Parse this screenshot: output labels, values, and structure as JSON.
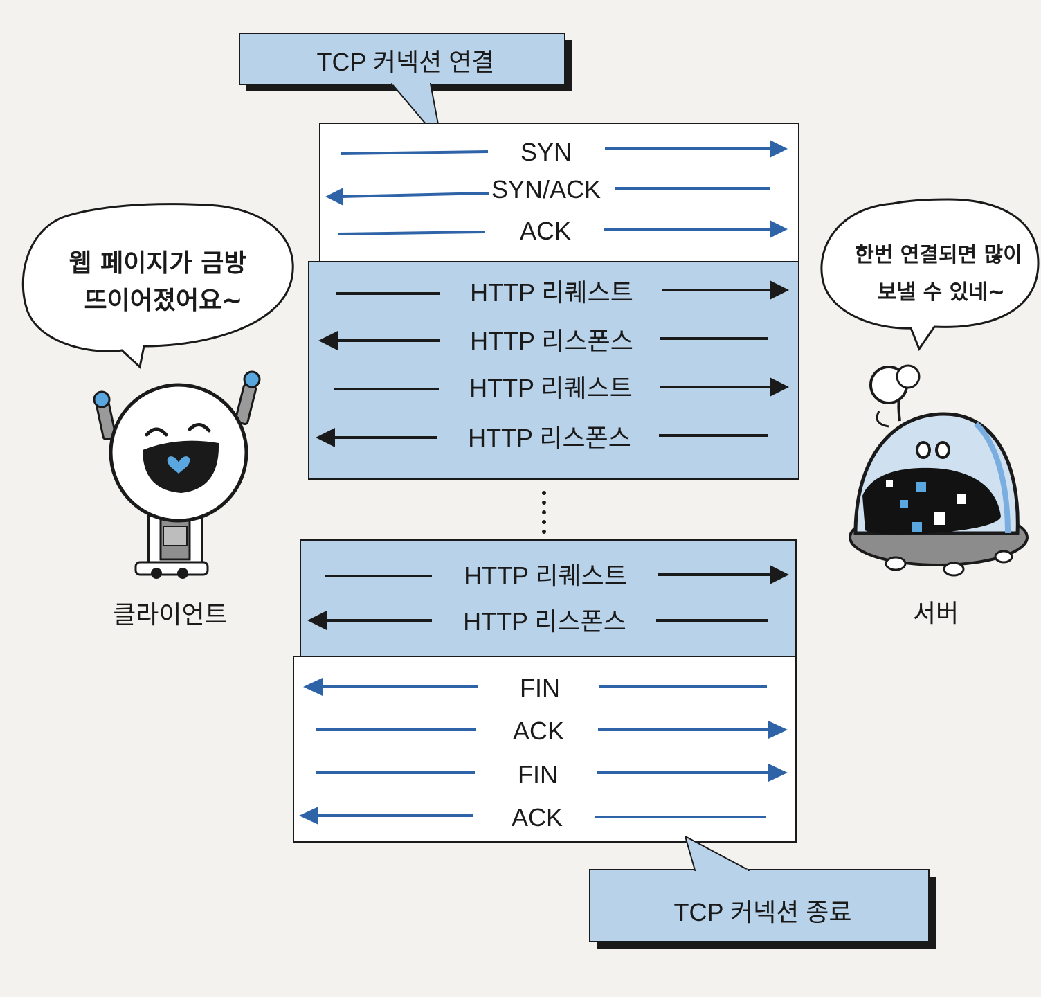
{
  "callouts": {
    "open": "TCP 커넥션 연결",
    "close": "TCP 커넥션 종료"
  },
  "client": {
    "label": "클라이언트",
    "speech": [
      "웹 페이지가 금방",
      "뜨이어졌어요~"
    ]
  },
  "server": {
    "label": "서버",
    "speech": [
      "한번 연결되면 많이",
      "보낼 수 있네~"
    ]
  },
  "handshake": [
    {
      "label": "SYN",
      "direction": "right"
    },
    {
      "label": "SYN/ACK",
      "direction": "left"
    },
    {
      "label": "ACK",
      "direction": "right"
    }
  ],
  "http_block_1": [
    {
      "label": "HTTP 리퀘스트",
      "direction": "right"
    },
    {
      "label": "HTTP 리스폰스",
      "direction": "left"
    },
    {
      "label": "HTTP 리퀘스트",
      "direction": "right"
    },
    {
      "label": "HTTP 리스폰스",
      "direction": "left"
    }
  ],
  "http_block_2": [
    {
      "label": "HTTP 리퀘스트",
      "direction": "right"
    },
    {
      "label": "HTTP 리스폰스",
      "direction": "left"
    }
  ],
  "teardown": [
    {
      "label": "FIN",
      "direction": "left"
    },
    {
      "label": "ACK",
      "direction": "right"
    },
    {
      "label": "FIN",
      "direction": "right"
    },
    {
      "label": "ACK",
      "direction": "left"
    }
  ],
  "colors": {
    "blue_arrow": "#2f63a8",
    "black_arrow": "#1a1a1a",
    "block_fill": "#b8d2ea",
    "callout_fill": "#b8d2ea",
    "heart": "#5aa6df"
  }
}
